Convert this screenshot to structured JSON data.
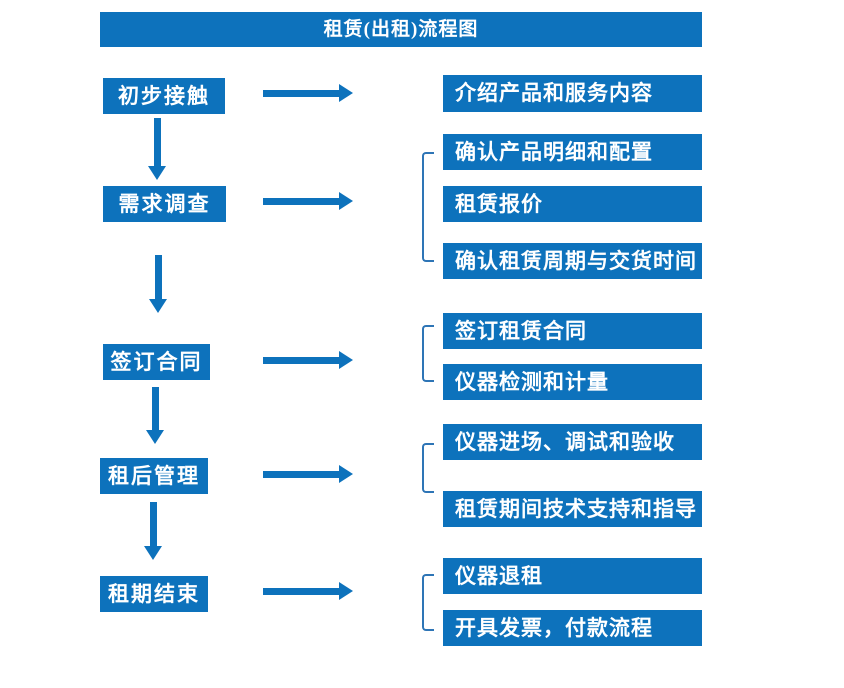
{
  "title": "租赁(出租)流程图",
  "colors": {
    "accent": "#0d72bc",
    "bracket": "#2e75b6",
    "box_text": "#ffffff",
    "background": "#ffffff"
  },
  "stages": [
    {
      "label": "初步接触",
      "details": [
        "介绍产品和服务内容"
      ]
    },
    {
      "label": "需求调查",
      "details": [
        "确认产品明细和配置",
        "租赁报价",
        "确认租赁周期与交货时间"
      ]
    },
    {
      "label": "签订合同",
      "details": [
        "签订租赁合同",
        "仪器检测和计量"
      ]
    },
    {
      "label": "租后管理",
      "details": [
        "仪器进场、调试和验收",
        "租赁期间技术支持和指导"
      ]
    },
    {
      "label": "租期结束",
      "details": [
        "仪器退租",
        "开具发票，付款流程"
      ]
    }
  ]
}
